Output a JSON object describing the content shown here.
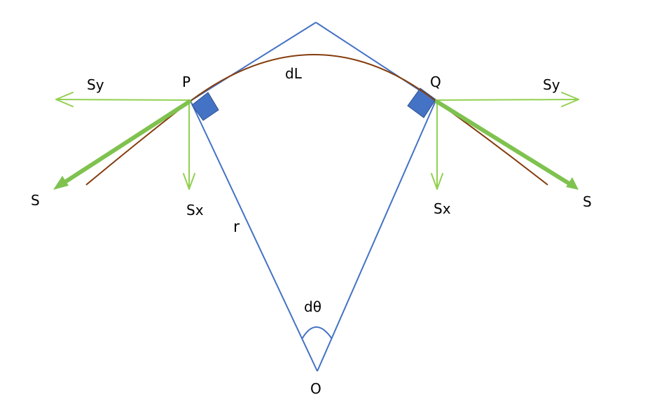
{
  "labels": {
    "P": "P",
    "Q": "Q",
    "O": "O",
    "r": "r",
    "dL": "dL",
    "dtheta": "dθ",
    "Sy_left": "Sy",
    "Sy_right": "Sy",
    "Sx_left": "Sx",
    "Sx_right": "Sx",
    "S_left": "S",
    "S_right": "S"
  },
  "colors": {
    "outline": "#4472c4",
    "marker_fill": "#4472c4",
    "marker_stroke": "#2f528f",
    "arc": "#843c0c",
    "component_arrow": "#92d050",
    "tension_arrow": "#7fc24f",
    "text": "#000000"
  }
}
